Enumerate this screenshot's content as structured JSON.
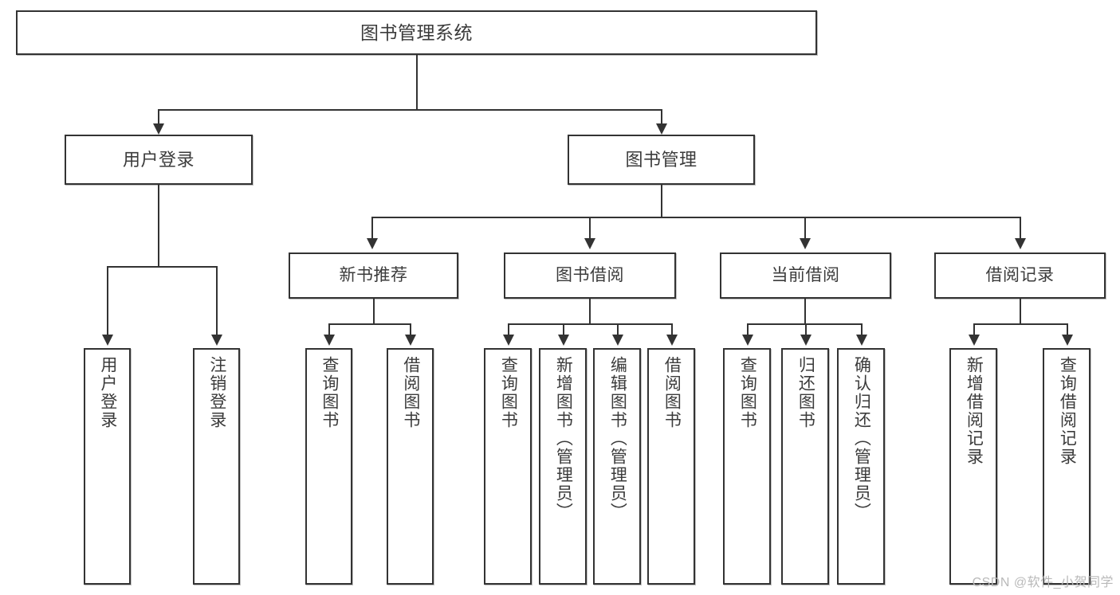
{
  "diagram": {
    "title": "图书管理系统",
    "type": "tree-hierarchy-diagram",
    "watermark": "CSDN @软件_小贺同学",
    "colors": {
      "box_border": "#333333",
      "box_fill": "#ffffff",
      "text": "#3b3b3b",
      "connector": "#333333",
      "watermark": "#b9b9b9",
      "background": "#ffffff"
    }
  },
  "nodes": {
    "root": {
      "label": "图书管理系统"
    },
    "level2": [
      {
        "id": "user-login",
        "label": "用户登录"
      },
      {
        "id": "book-mgmt",
        "label": "图书管理"
      }
    ],
    "level3": [
      {
        "id": "new-book-recommend",
        "label": "新书推荐"
      },
      {
        "id": "book-borrow",
        "label": "图书借阅"
      },
      {
        "id": "current-borrow",
        "label": "当前借阅"
      },
      {
        "id": "borrow-record",
        "label": "借阅记录"
      }
    ],
    "leaves": {
      "user_login": [
        {
          "id": "leaf-user-login",
          "label": "用户登录"
        },
        {
          "id": "leaf-user-logout",
          "label": "注销登录"
        }
      ],
      "new_book_recommend": [
        {
          "id": "leaf-query-book-1",
          "label": "查询图书"
        },
        {
          "id": "leaf-borrow-book-1",
          "label": "借阅图书"
        }
      ],
      "book_borrow": [
        {
          "id": "leaf-query-book-2",
          "label": "查询图书"
        },
        {
          "id": "leaf-add-book",
          "label": "新增图书（管理员）"
        },
        {
          "id": "leaf-edit-book",
          "label": "编辑图书（管理员）"
        },
        {
          "id": "leaf-borrow-book-2",
          "label": "借阅图书"
        }
      ],
      "current_borrow": [
        {
          "id": "leaf-query-book-3",
          "label": "查询图书"
        },
        {
          "id": "leaf-return-book",
          "label": "归还图书"
        },
        {
          "id": "leaf-confirm-return",
          "label": "确认归还（管理员）"
        }
      ],
      "borrow_record": [
        {
          "id": "leaf-add-record",
          "label": "新增借阅记录"
        },
        {
          "id": "leaf-query-record",
          "label": "查询借阅记录"
        }
      ]
    }
  }
}
